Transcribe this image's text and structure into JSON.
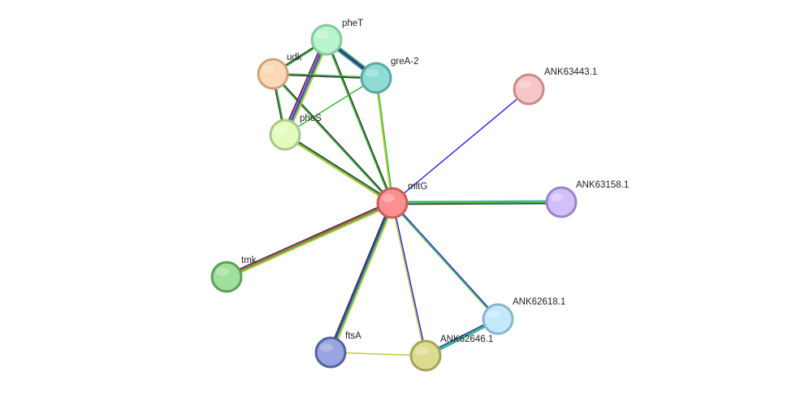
{
  "network": {
    "nodes": [
      {
        "id": "pheT",
        "label": "pheT",
        "fill": "#b8f5cc",
        "stroke": "#86c99c"
      },
      {
        "id": "udk",
        "label": "udk",
        "fill": "#fad9b4",
        "stroke": "#cfa27a"
      },
      {
        "id": "greA-2",
        "label": "greA-2",
        "fill": "#8fdcd6",
        "stroke": "#5aa9a2"
      },
      {
        "id": "ANK63443.1",
        "label": "ANK63443.1",
        "fill": "#f6c6c6",
        "stroke": "#c98b8b"
      },
      {
        "id": "pheS",
        "label": "pheS",
        "fill": "#e3fbbc",
        "stroke": "#a8c98a"
      },
      {
        "id": "mltG",
        "label": "mltG",
        "fill": "#fa9090",
        "stroke": "#c85e5e"
      },
      {
        "id": "ANK63158.1",
        "label": "ANK63158.1",
        "fill": "#d2c0fb",
        "stroke": "#9a85c9"
      },
      {
        "id": "tmk",
        "label": "tmk",
        "fill": "#9fe09a",
        "stroke": "#5f9e5a"
      },
      {
        "id": "ANK62618.1",
        "label": "ANK62618.1",
        "fill": "#c4e9fb",
        "stroke": "#8ab4cc"
      },
      {
        "id": "ftsA",
        "label": "ftsA",
        "fill": "#98a5e0",
        "stroke": "#5662a0"
      },
      {
        "id": "ANK62646.1",
        "label": "ANK62646.1",
        "fill": "#dcdc90",
        "stroke": "#a5a45a"
      }
    ],
    "edges": [
      {
        "source": "mltG",
        "target": "ANK63443.1",
        "colors": [
          "#2a2ae6"
        ]
      },
      {
        "source": "mltG",
        "target": "ANK63158.1",
        "colors": [
          "#2ba6a6",
          "#33bb33",
          "#333333"
        ]
      },
      {
        "source": "mltG",
        "target": "ANK62618.1",
        "colors": [
          "#2a2ae6",
          "#33bb33"
        ]
      },
      {
        "source": "mltG",
        "target": "ANK62646.1",
        "colors": [
          "#2a2ae6",
          "#c8c83c"
        ]
      },
      {
        "source": "mltG",
        "target": "ftsA",
        "colors": [
          "#c8c83c",
          "#33bb33",
          "#2a2ae6",
          "#333333"
        ]
      },
      {
        "source": "mltG",
        "target": "tmk",
        "colors": [
          "#c8c83c",
          "#33bb33",
          "#e04040",
          "#333333"
        ]
      },
      {
        "source": "mltG",
        "target": "pheS",
        "colors": [
          "#c8c83c",
          "#33bb33",
          "#333333"
        ]
      },
      {
        "source": "mltG",
        "target": "udk",
        "colors": [
          "#33bb33",
          "#333333"
        ]
      },
      {
        "source": "mltG",
        "target": "pheT",
        "colors": [
          "#33bb33",
          "#333333"
        ]
      },
      {
        "source": "mltG",
        "target": "greA-2",
        "colors": [
          "#c8c83c",
          "#33bb33"
        ]
      },
      {
        "source": "ftsA",
        "target": "ANK62646.1",
        "colors": [
          "#c8c83c"
        ]
      },
      {
        "source": "ANK62646.1",
        "target": "ANK62618.1",
        "colors": [
          "#2a2ae6",
          "#33bb33",
          "#2ba6a6"
        ]
      },
      {
        "source": "pheT",
        "target": "greA-2",
        "colors": [
          "#33bb33",
          "#2a2ae6",
          "#333333",
          "#2ba6a6"
        ]
      },
      {
        "source": "pheT",
        "target": "udk",
        "colors": [
          "#33bb33",
          "#333333"
        ]
      },
      {
        "source": "pheT",
        "target": "pheS",
        "colors": [
          "#c8c83c",
          "#33bb33",
          "#2a2ae6",
          "#cc44cc",
          "#333333"
        ]
      },
      {
        "source": "udk",
        "target": "greA-2",
        "colors": [
          "#33bb33",
          "#333333"
        ]
      },
      {
        "source": "udk",
        "target": "pheS",
        "colors": [
          "#33bb33",
          "#333333"
        ]
      },
      {
        "source": "greA-2",
        "target": "pheS",
        "colors": [
          "#33bb33"
        ]
      }
    ]
  }
}
